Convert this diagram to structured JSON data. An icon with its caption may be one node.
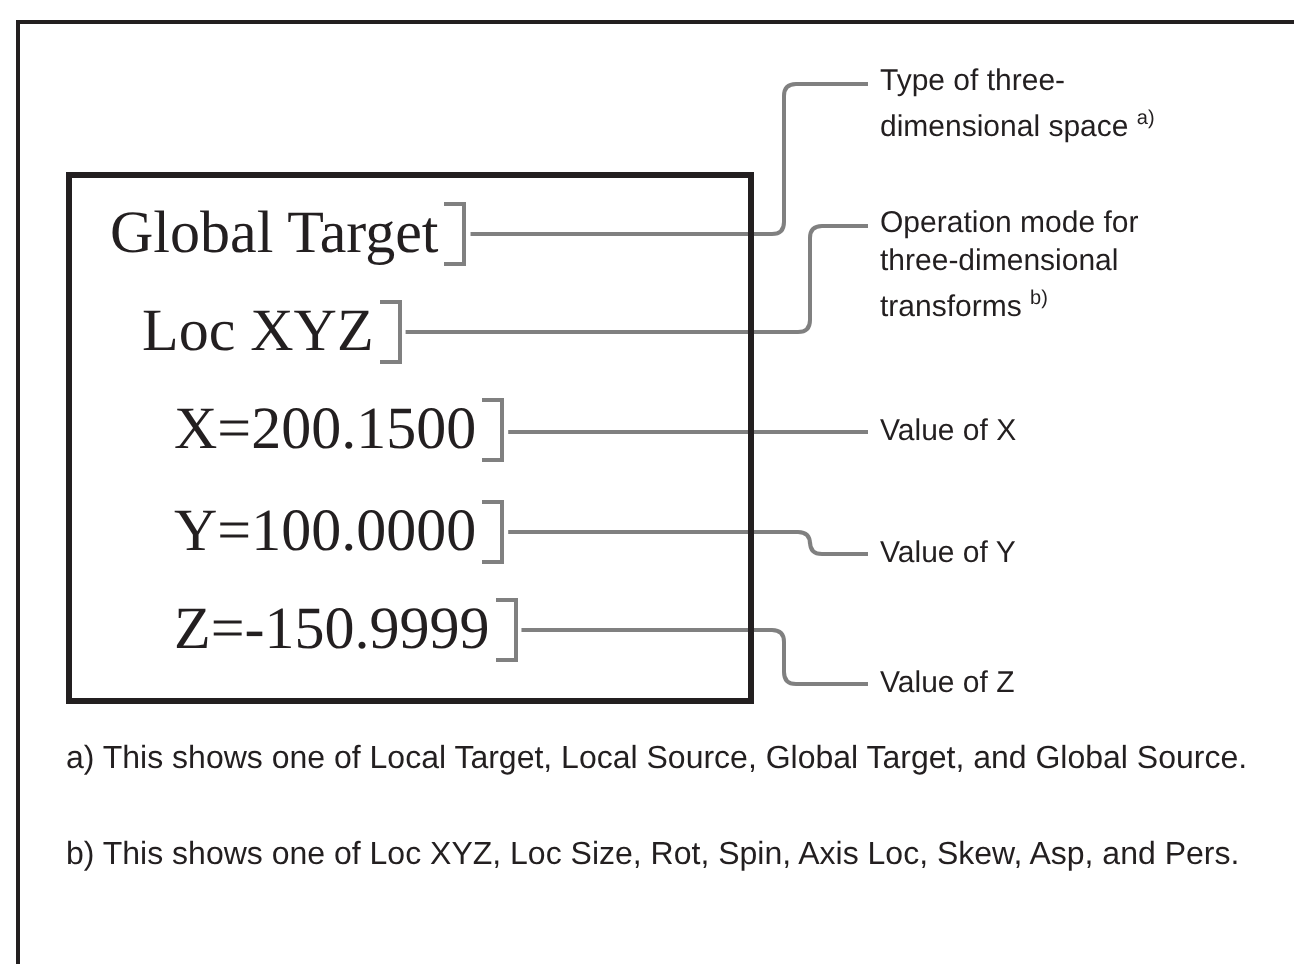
{
  "diagram": {
    "nodes": [
      {
        "text": [],
        "shape": "box"
      },
      {
        "text": [
          "Global Target"
        ],
        "in": 0
      },
      {
        "text": [
          "Loc XYZ"
        ],
        "in": 0
      },
      {
        "text": [
          "X=200.1500"
        ],
        "in": 0
      },
      {
        "text": [
          "Y=100.0000"
        ],
        "in": 0
      },
      {
        "text": [
          "Z=-150.9999"
        ],
        "in": 0
      },
      {
        "text": [
          "Type of three-dimensional space $^{a)}$"
        ]
      },
      {
        "text": [
          "Operation mode for three-dimensional transforms $^{b)}$"
        ]
      },
      {
        "text": [
          "Value of X"
        ]
      },
      {
        "text": [
          "Value of Y"
        ]
      },
      {
        "text": [
          "Value of Z"
        ]
      }
    ],
    "edges": [
      {
        "from": 6,
        "to": 1,
        "arrow": "none"
      },
      {
        "from": 7,
        "to": 2,
        "arrow": "none"
      },
      {
        "from": 8,
        "to": 3,
        "arrow": "none"
      },
      {
        "from": 9,
        "to": 4,
        "arrow": "none"
      },
      {
        "from": 10,
        "to": 5,
        "arrow": "none"
      }
    ],
    "labels": [
      "a) This shows one of Local Target, Local Source, Global Target, and Global Source.",
      "b) This shows one of Loc XYZ, Loc Size, Rot, Spin, Axis Loc, Skew, Asp, and Pers."
    ]
  }
}
